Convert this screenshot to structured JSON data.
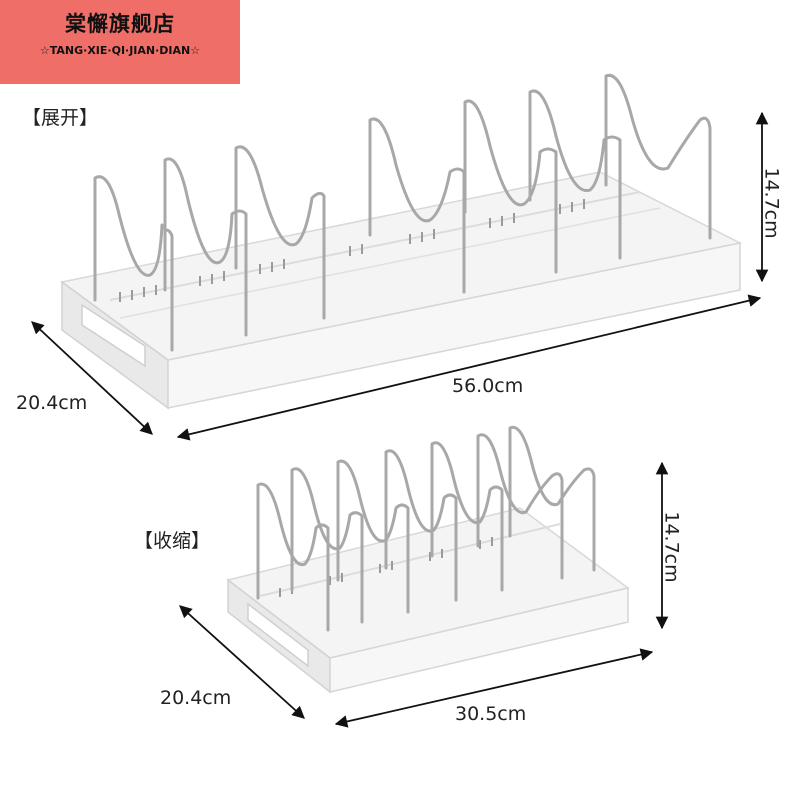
{
  "brand": {
    "name": "棠懈旗舰店",
    "pinyin": "☆TANG·XIE·QI·JIAN·DIAN☆",
    "background_color": "#f06e68"
  },
  "expanded": {
    "state_label": "【展开】",
    "width": "56.0cm",
    "depth": "20.4cm",
    "height": "14.7cm"
  },
  "collapsed": {
    "state_label": "【收缩】",
    "width": "30.5cm",
    "depth": "20.4cm",
    "height": "14.7cm"
  }
}
